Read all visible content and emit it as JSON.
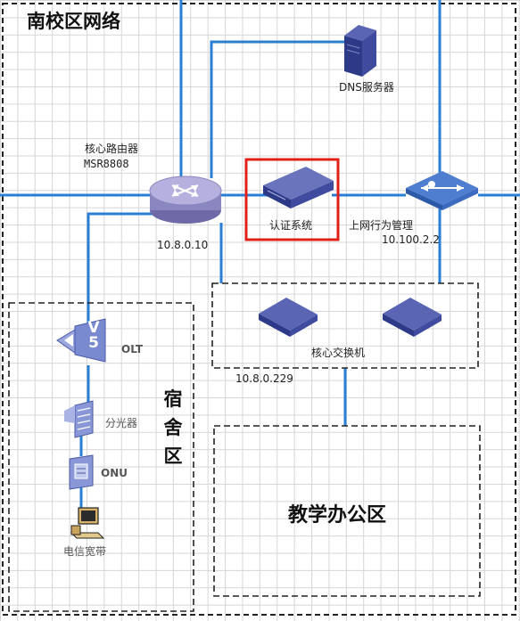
{
  "title": "南校区网络",
  "dns": {
    "label": "DNS服务器"
  },
  "router": {
    "name": "核心路由器",
    "model": "MSR8808",
    "ip": "10.8.0.10"
  },
  "auth": {
    "label": "认证系统",
    "highlight_color": "#e0201a"
  },
  "behavior": {
    "label": "上网行为管理",
    "ip": "10.100.2.2"
  },
  "core_switch": {
    "label": "核心交换机",
    "ip": "10.8.0.229"
  },
  "dorm": {
    "zone_label": "宿舍区",
    "olt": "OLT",
    "splitter": "分光器",
    "onu": "ONU",
    "broadband": "电信宽带"
  },
  "teaching": {
    "zone_label": "教学办公区"
  },
  "colors": {
    "link": "#2a7fd4",
    "device": "#3d4a9c",
    "grid": "#d6d6d6"
  }
}
